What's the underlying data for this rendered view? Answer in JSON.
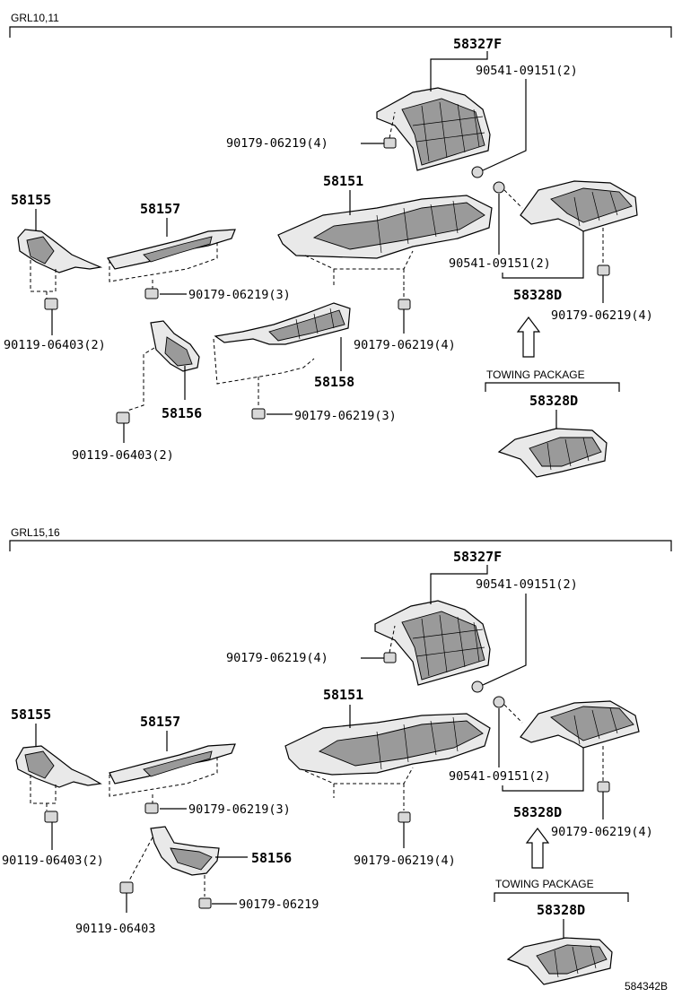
{
  "sections": [
    {
      "label": "GRL10,11",
      "parts": {
        "cover_58327F": "58327F",
        "bolt_a": "90541-09151(2)",
        "nut_a": "90179-06219(4)",
        "insul_58151": "58151",
        "insul_58155": "58155",
        "insul_58157": "58157",
        "nut_58157": "90179-06219(3)",
        "bolt_58155": "90119-06403(2)",
        "nut_58151": "90179-06219(4)",
        "insul_58158": "58158",
        "insul_58156": "58156",
        "nut_58158": "90179-06219(3)",
        "bolt_58156": "90119-06403(2)",
        "bolt_b": "90541-09151(2)",
        "cover_58328D": "58328D",
        "nut_b": "90179-06219(4)",
        "towing_label": "TOWING PACKAGE",
        "towing_part": "58328D"
      }
    },
    {
      "label": "GRL15,16",
      "parts": {
        "cover_58327F": "58327F",
        "bolt_a": "90541-09151(2)",
        "nut_a": "90179-06219(4)",
        "insul_58151": "58151",
        "insul_58155": "58155",
        "insul_58157": "58157",
        "nut_58157": "90179-06219(3)",
        "bolt_58155": "90119-06403(2)",
        "insul_58156": "58156",
        "nut_58156": "90179-06219",
        "bolt_58156": "90119-06403",
        "nut_58151": "90179-06219(4)",
        "bolt_b": "90541-09151(2)",
        "cover_58328D": "58328D",
        "nut_b": "90179-06219(4)",
        "towing_label": "TOWING PACKAGE",
        "towing_part": "58328D"
      }
    }
  ],
  "figure_id": "584342B"
}
